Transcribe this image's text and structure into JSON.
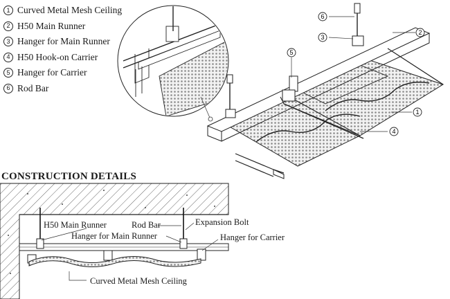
{
  "legend": [
    {
      "num": "1",
      "label": "Curved Metal Mesh Ceiling"
    },
    {
      "num": "2",
      "label": "H50 Main Runner"
    },
    {
      "num": "3",
      "label": "Hanger for Main Runner"
    },
    {
      "num": "4",
      "label": "H50 Hook-on Carrier"
    },
    {
      "num": "5",
      "label": "Hanger for Carrier"
    },
    {
      "num": "6",
      "label": "Rod Bar"
    }
  ],
  "section_title": "CONSTRUCTION DETAILS",
  "callouts": [
    "6",
    "3",
    "2",
    "5",
    "1",
    "4"
  ],
  "detail_labels": {
    "main_runner": "H50 Main Runner",
    "rod_bar": "Rod Bar",
    "expansion_bolt": "Expansion Bolt",
    "hanger_main": "Hanger for Main Runner",
    "hanger_carrier": "Hanger for Carrier",
    "ceiling": "Curved Metal Mesh Ceiling"
  }
}
